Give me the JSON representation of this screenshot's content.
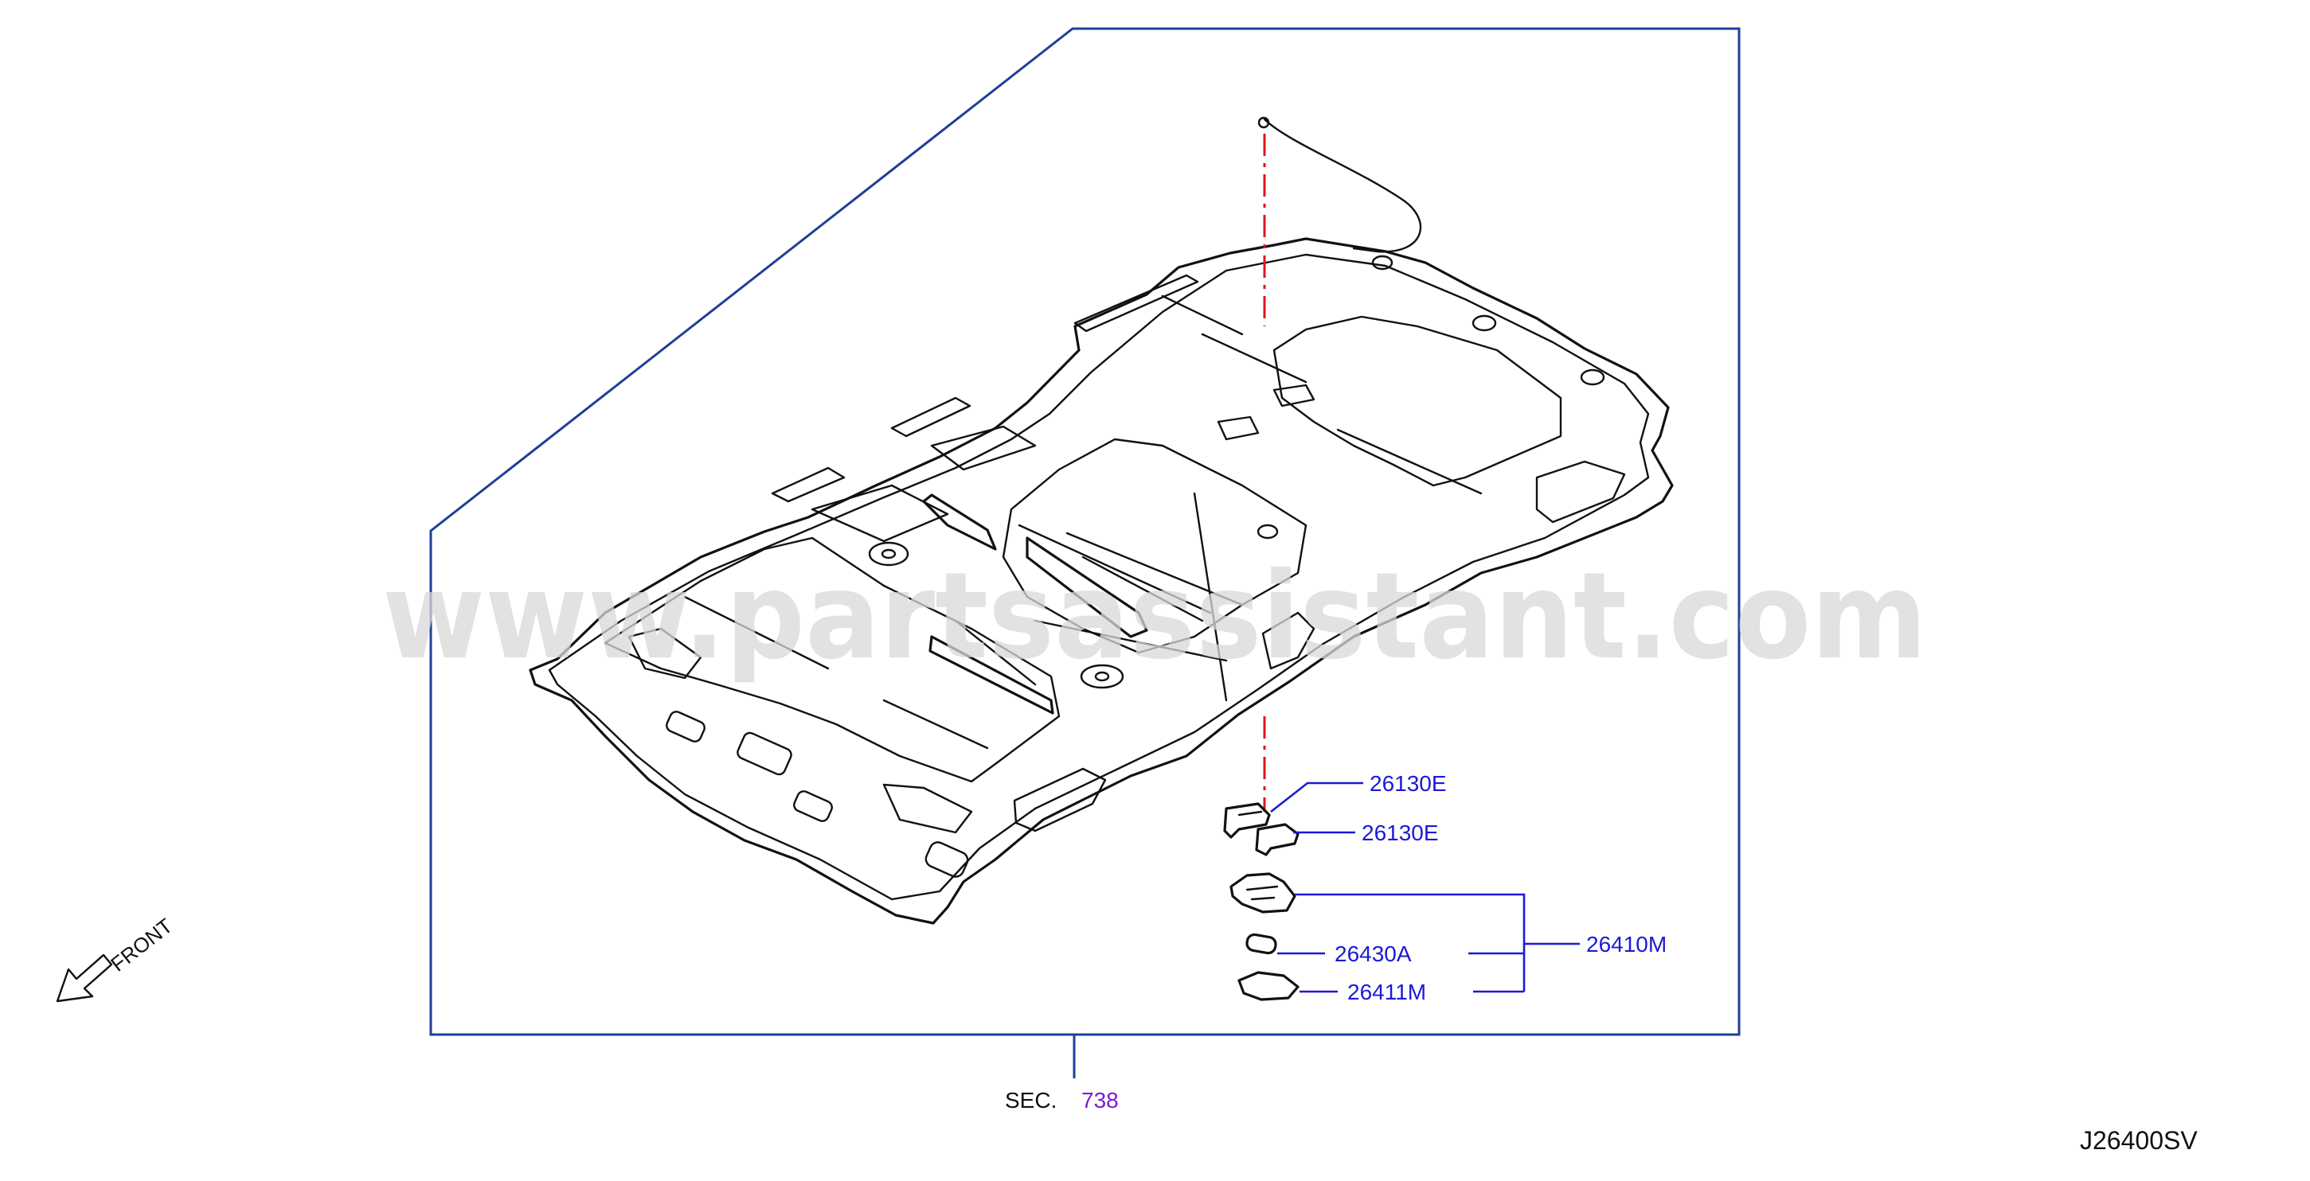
{
  "watermark": "www.partsassistant.com",
  "front_label": "FRONT",
  "section": {
    "prefix": "SEC.",
    "number": "738"
  },
  "diagram_code": "J26400SV",
  "callouts": {
    "upper_lamp": "26130E",
    "lower_lamp": "26130E",
    "lamp_assembly": "26410M",
    "bulb": "26430A",
    "lens": "26411M"
  },
  "colors": {
    "frame": "#1f3f99",
    "label": "#1a1ad6",
    "section_number": "#7a1ad6",
    "centerline": "#e0141e",
    "watermark": "#d9d9d9"
  },
  "icons": {
    "front_arrow": "arrow-down-left-icon"
  }
}
